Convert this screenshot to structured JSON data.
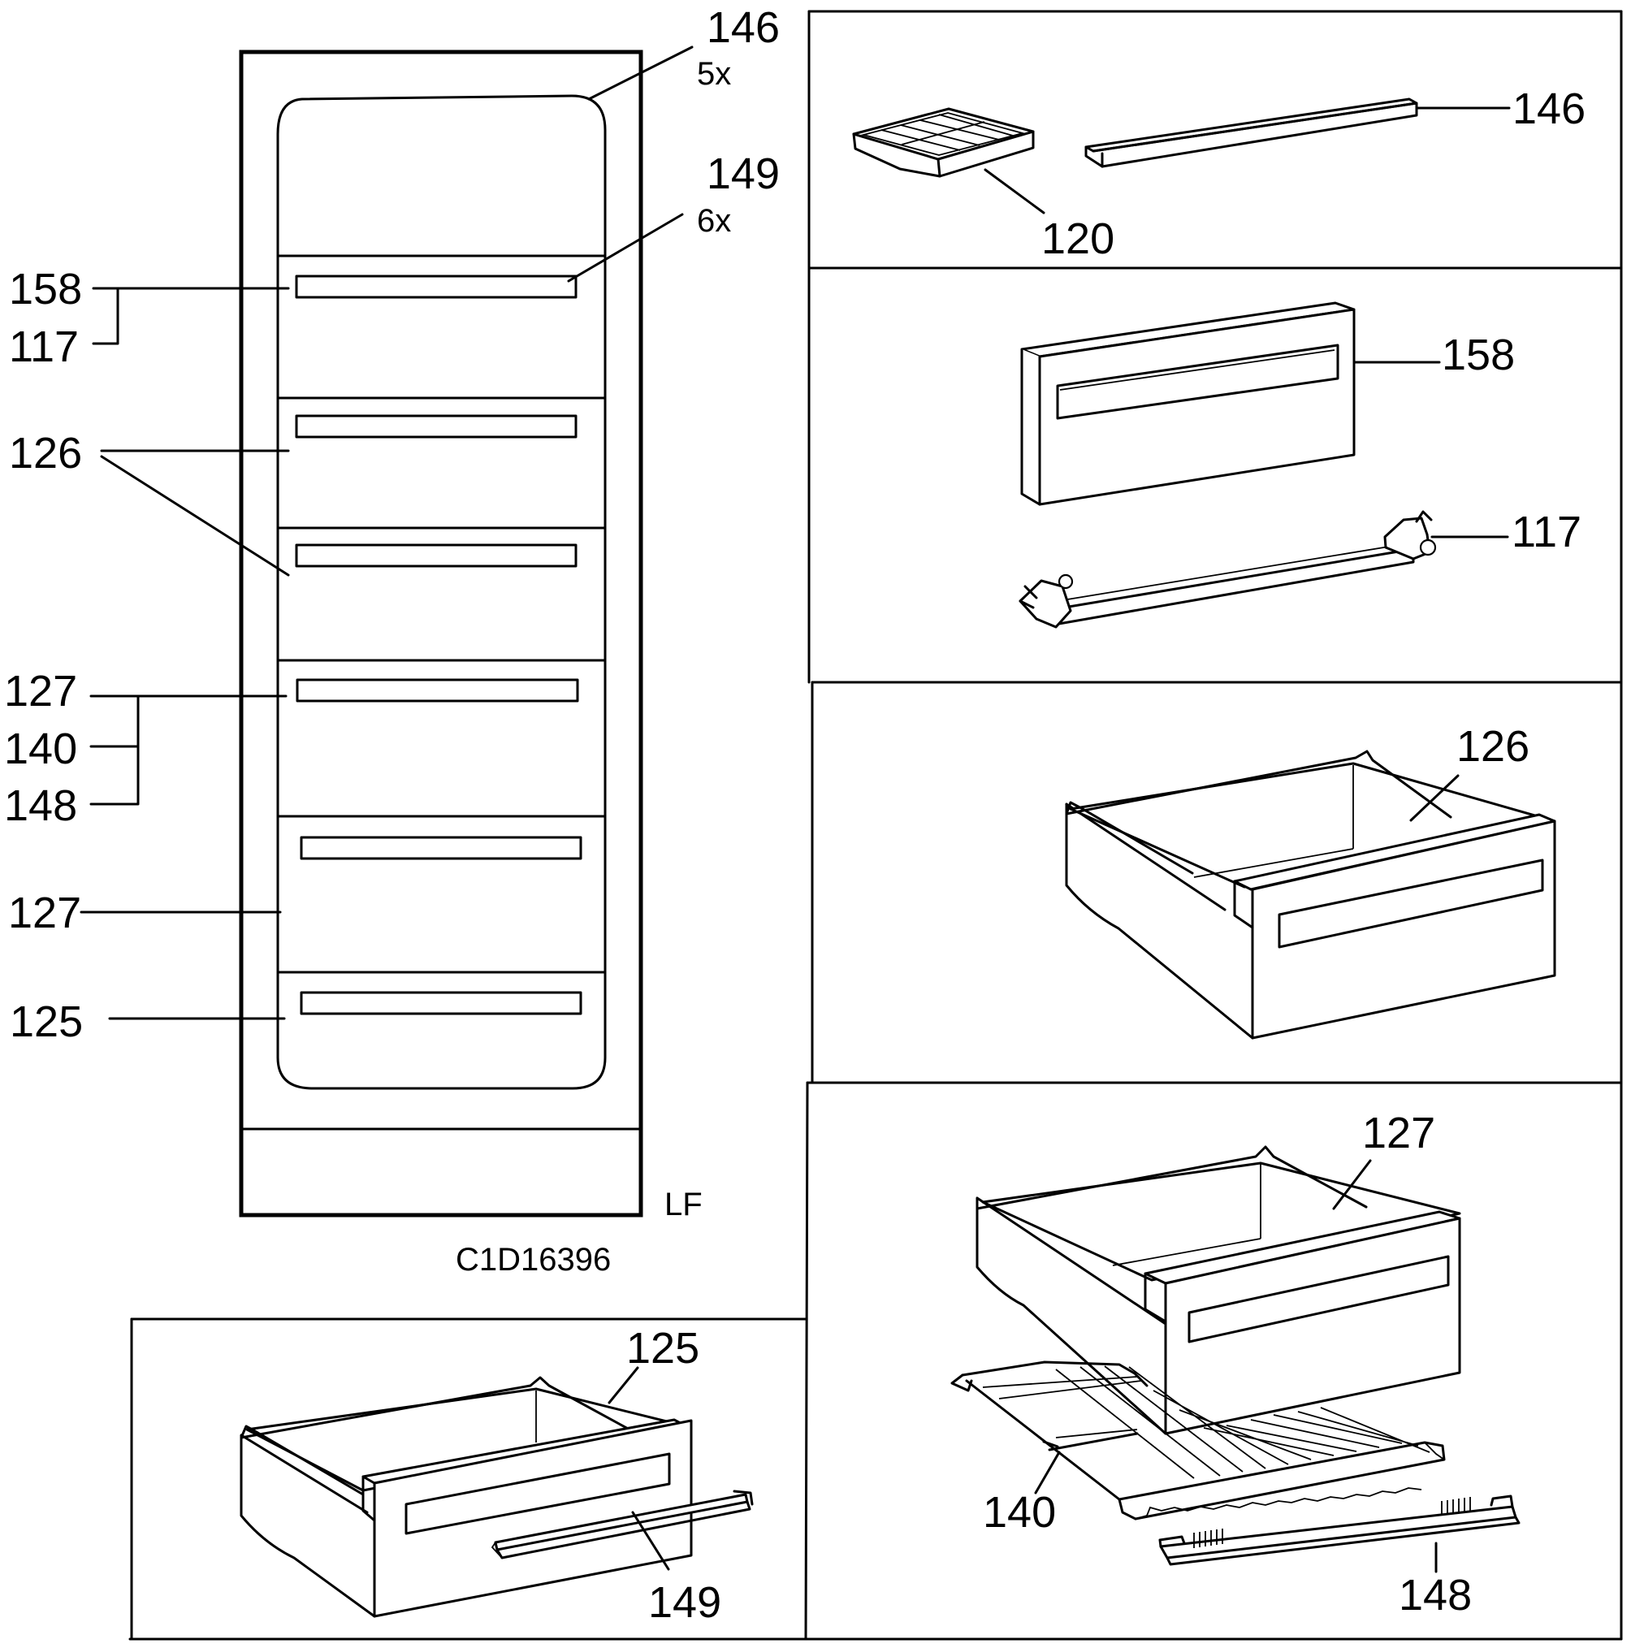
{
  "diagram_code": "C1D16396",
  "appliance_side": "LF",
  "labels": {
    "l146": "146",
    "l146_qty": "5x",
    "l149": "149",
    "l149_qty": "6x",
    "l158": "158",
    "l117": "117",
    "l126": "126",
    "l127a": "127",
    "l140": "140",
    "l148": "148",
    "l127b": "127",
    "l125": "125"
  },
  "detail_labels": {
    "d120": "120",
    "d146": "146",
    "d158": "158",
    "d117": "117",
    "d126": "126",
    "d127": "127",
    "d140": "140",
    "d148": "148",
    "d125": "125",
    "d149": "149"
  }
}
